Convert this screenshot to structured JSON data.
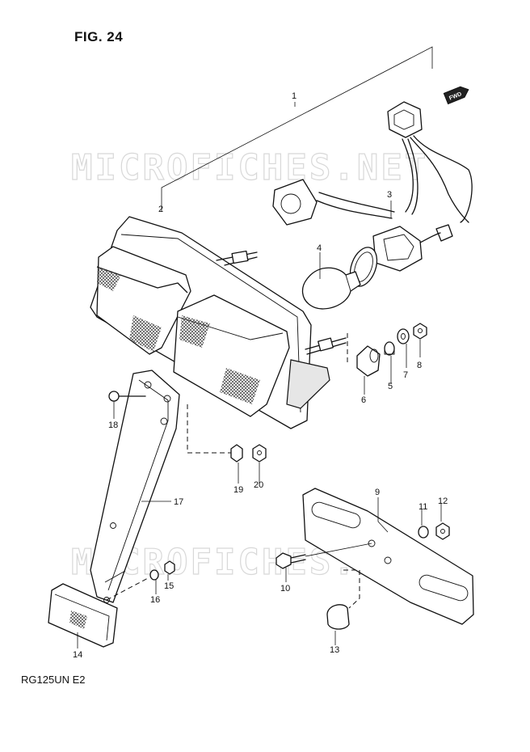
{
  "figure": {
    "title": "FIG. 24",
    "model_code": "RG125UN  E2",
    "watermark": "MICROFICHES.NET",
    "direction_badge": "FWD"
  },
  "callouts": [
    {
      "id": "c1",
      "label": "1"
    },
    {
      "id": "c2",
      "label": "2"
    },
    {
      "id": "c3",
      "label": "3"
    },
    {
      "id": "c4",
      "label": "4"
    },
    {
      "id": "c5",
      "label": "5"
    },
    {
      "id": "c6",
      "label": "6"
    },
    {
      "id": "c7",
      "label": "7"
    },
    {
      "id": "c8",
      "label": "8"
    },
    {
      "id": "c9",
      "label": "9"
    },
    {
      "id": "c10",
      "label": "10"
    },
    {
      "id": "c11",
      "label": "11"
    },
    {
      "id": "c12",
      "label": "12"
    },
    {
      "id": "c13",
      "label": "13"
    },
    {
      "id": "c14",
      "label": "14"
    },
    {
      "id": "c15",
      "label": "15"
    },
    {
      "id": "c16",
      "label": "16"
    },
    {
      "id": "c17",
      "label": "17"
    },
    {
      "id": "c18",
      "label": "18"
    },
    {
      "id": "c19",
      "label": "19"
    },
    {
      "id": "c20",
      "label": "20"
    }
  ]
}
